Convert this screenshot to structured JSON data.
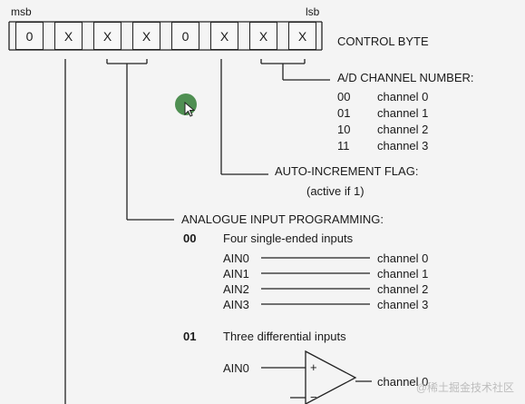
{
  "header": {
    "msb": "msb",
    "lsb": "lsb"
  },
  "bits": [
    "0",
    "X",
    "X",
    "X",
    "0",
    "X",
    "X",
    "X"
  ],
  "control_byte": "CONTROL BYTE",
  "ad_channel": {
    "title": "A/D CHANNEL NUMBER:",
    "rows": [
      {
        "code": "00",
        "label": "channel 0"
      },
      {
        "code": "01",
        "label": "channel 1"
      },
      {
        "code": "10",
        "label": "channel 2"
      },
      {
        "code": "11",
        "label": "channel 3"
      }
    ]
  },
  "auto_increment": {
    "title": "AUTO-INCREMENT FLAG:",
    "note": "(active if 1)"
  },
  "analogue": {
    "title": "ANALOGUE INPUT PROGRAMMING:",
    "mode00": {
      "code": "00",
      "desc": "Four single-ended inputs",
      "rows": [
        {
          "input": "AIN0",
          "channel": "channel 0"
        },
        {
          "input": "AIN1",
          "channel": "channel 1"
        },
        {
          "input": "AIN2",
          "channel": "channel 2"
        },
        {
          "input": "AIN3",
          "channel": "channel 3"
        }
      ]
    },
    "mode01": {
      "code": "01",
      "desc": "Three differential inputs",
      "input": "AIN0",
      "plus": "+",
      "minus": "−",
      "channel": "channel 0"
    }
  },
  "watermark": "@稀土掘金技术社区"
}
